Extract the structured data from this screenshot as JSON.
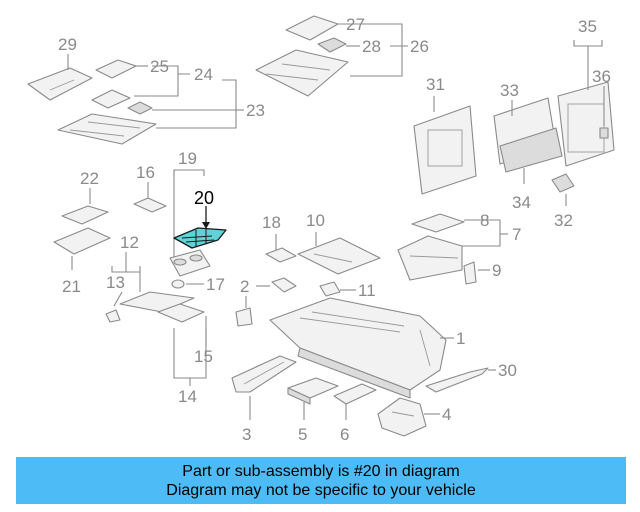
{
  "diagram": {
    "highlighted_part": "20",
    "labels": {
      "l1": "1",
      "l2": "2",
      "l3": "3",
      "l4": "4",
      "l5": "5",
      "l6": "6",
      "l7": "7",
      "l8": "8",
      "l9": "9",
      "l10": "10",
      "l11": "11",
      "l12": "12",
      "l13": "13",
      "l14": "14",
      "l15": "15",
      "l16": "16",
      "l17": "17",
      "l18": "18",
      "l19": "19",
      "l20": "20",
      "l21": "21",
      "l22": "22",
      "l23": "23",
      "l24": "24",
      "l25": "25",
      "l26": "26",
      "l27": "27",
      "l28": "28",
      "l29": "29",
      "l30": "30",
      "l31": "31",
      "l32": "32",
      "l33": "33",
      "l34": "34",
      "l35": "35",
      "l36": "36"
    }
  },
  "banner": {
    "line1": "Part or sub-assembly is #20 in diagram",
    "line2": "Diagram may not be specific to your vehicle"
  },
  "colors": {
    "banner_bg": "#4dbbf5",
    "highlight_fill": "#5fd3d8",
    "line_gray": "#8a8a8a"
  }
}
